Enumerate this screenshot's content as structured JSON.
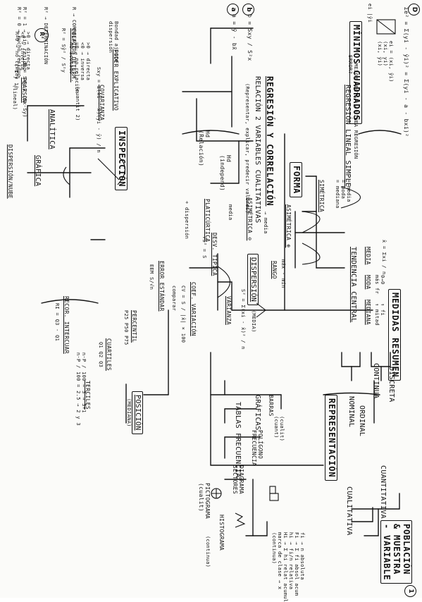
{
  "top": {
    "title": "POBLACIÓN\n& MUESTRA\n- VARIABLE",
    "cualitativa": "CUALITATIVA",
    "cuantitativa": "CUANTITATIVA",
    "nominal": "NOMINAL",
    "ordinal": "ORDINAL",
    "discreta": "DISCRETA",
    "continua": "CONTINUA",
    "circle_num": "1"
  },
  "representacion": {
    "title": "REPRESENTACIÓN",
    "tablas": "TABLAS FRECUENCIA",
    "freq_notes": "fi → n absoluta\nFi → Σ fi absol acum\nhi → fi/n relativa\nHi → Σ hi relat acumul\nmarca de clase → x\n(continua)",
    "graficas": "GRÁFICAS",
    "barras": "BARRAS",
    "barras_sub": "(cualit)\n(cuant)",
    "poligono": "POLÍGONO\nFRECUENCIA",
    "diagrama": "DIAGRAMA\nSECTORES",
    "pictograma": "PICTOGRAMA\n(cualit)",
    "histograma": "HISTOGRAMA",
    "histograma_sub": "(continua)"
  },
  "medidas": {
    "title": "MEDIDAS RESUMEN",
    "tendencia": "TENDENCIA CENTRAL",
    "media": "MEDIA",
    "media_formula": "x̄ = Σxi / n",
    "moda": "MODA",
    "moda_sub": "0→0\nmás fr",
    "mediana": "MEDIANA",
    "mediana_sub": "↑ fi\n↑ mitad",
    "dispersion": "DISPERSIÓN",
    "dispersion_note": "(MEDIA)",
    "rango": "RANGO",
    "rango_formula": "máx - mín",
    "varianza": "VARIANZA",
    "varianza_formula": "S² = Σ(xi - x̄)² / n",
    "desv": "DESV. TÍPICA",
    "desv_formula": "√S² = S",
    "coef": "COEF. VARIACIÓN",
    "coef_formula": "CV = S / |x̄| × 100",
    "coef_note": "comparar",
    "error": "ERROR ESTÁNDAR",
    "error_formula": "EEM S/√n",
    "posicion": "POSICIÓN",
    "posicion_note": "(MEDIANA)",
    "percentil": "PERCENTIL",
    "percentil_sub": "P25 P50 P75",
    "cuartiles": "CUARTILES",
    "cuartiles_sub": "Q1 Q2 Q3",
    "terciles": "TERCILES",
    "n_formula": "n·P / 100 = 3 → 3+1\nn·P / 100 = 2.5 → 2 y 3",
    "recor": "RECOR. INTERCUAR",
    "ri_formula": "RI = Q3 - Q1"
  },
  "forma": {
    "title": "FORMA",
    "simetrica": "SIMÉTRICA",
    "simetrica_sub": "= media\n= moda\n= mediana",
    "asim_pos": "ASIMÉTRICA ⊕",
    "asim_pos_sub": "→ media",
    "asim_neg": "ASIMÉTRICA ⊖",
    "asim_neg_sub": "media",
    "plati": "PLATICÚRTICA",
    "plati_sub": "+ dispersión"
  },
  "regresion": {
    "title": "REGRESIÓN Y CORRELACIÓN",
    "relacion": "RELACIÓN 2 VARIABLES CUALITATIVAS",
    "relacion_sub": "(Representar, explicar, predecir valores)",
    "hd": "Hd\n(independ)",
    "hr": "Hd\n(Relación)"
  },
  "inspeccion": {
    "title": "INSPECCIÓN",
    "grafica": "GRÁFICA",
    "dispersion_nube": "DISPERSIÓN/NUBE",
    "analitica": "ANALÍTICA",
    "cov": "COVARIANZA",
    "cov_note": "(cuantit 2)",
    "cov_formula": "Sxy = Σ(xi - x̄)(yi - ȳ) / n",
    "cov_rules": ">0 → directa\n<0 → inversa\n=0 → no relación\nno acotado",
    "pearson": "PEARSON",
    "pearson_note": "(lineal)",
    "pearson_formula": "R = Sxy / (Sx·Sy)",
    "pearson_range": "(-1 y 1)",
    "pearson_rules": ">0 → directa\n<0 → inversa\nR=0 → no lineal",
    "r2_text": "R² = 1 → sin residuo\nR² = 0 → mucho residuo",
    "coef_det": "COEFIC. DETERM.",
    "coef_det_formula": "R² = Sŷ² / S²y",
    "r_corr": "R → CORRELACIÓN",
    "r_det": "R² → DETERMINACIÓN",
    "poder": "PODER EXPLICATIVO",
    "poder_sub": "Bondad ajuste\ndispersión",
    "r_circle": "R²"
  },
  "regresion_lineal": {
    "minimos": "MÍNIMOS CUADRADOS",
    "simple": "REGRESIÓN LINEAL SIMPLE",
    "mejor": "MEJOR RECTA? → LÍNEA REGRESIÓN",
    "error_q": "ERROR?",
    "formula_d": "Σe² = Σ(yi - ŷi)² = Σ(yi - a - bxi)²",
    "circle_d": "D",
    "formula_b": "b = Sxy / S²x",
    "circle_b": "b",
    "formula_a": "a = ȳ - bx̄",
    "circle_a": "a",
    "ei_note": "ei = (xi, ŷi)\n(xi, yi)\n(xi, ŷi)",
    "ei_label": "ei |ŷi"
  }
}
